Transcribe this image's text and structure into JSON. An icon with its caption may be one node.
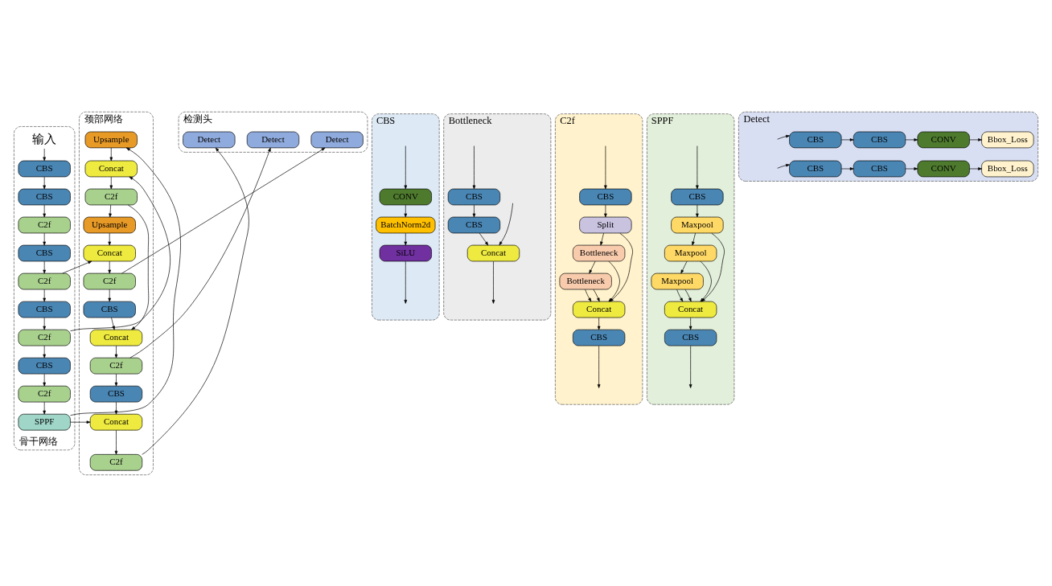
{
  "diagram": {
    "nodes": [
      {
        "text": [
          "骨干网络"
        ]
      },
      {
        "text": [
          "输入"
        ],
        "in": 0
      },
      {
        "text": [
          "CBS"
        ],
        "in": 0
      },
      {
        "text": [
          "CBS"
        ],
        "in": 0
      },
      {
        "text": [
          "C2f"
        ],
        "in": 0
      },
      {
        "text": [
          "CBS"
        ],
        "in": 0
      },
      {
        "text": [
          "C2f"
        ],
        "in": 0
      },
      {
        "text": [
          "CBS"
        ],
        "in": 0
      },
      {
        "text": [
          "C2f"
        ],
        "in": 0
      },
      {
        "text": [
          "CBS"
        ],
        "in": 0
      },
      {
        "text": [
          "C2f"
        ],
        "in": 0
      },
      {
        "text": [
          "SPPF"
        ],
        "in": 0
      },
      {
        "text": [
          "颈部网络"
        ]
      },
      {
        "text": [
          "C2f"
        ],
        "in": 12
      },
      {
        "text": [
          "Concat"
        ],
        "in": 12
      },
      {
        "text": [
          "Upsample"
        ],
        "in": 12
      },
      {
        "text": [
          "C2f"
        ],
        "in": 12
      },
      {
        "text": [
          "Concat"
        ],
        "in": 12
      },
      {
        "text": [
          "Upsample"
        ],
        "in": 12
      },
      {
        "text": [
          "CBS"
        ],
        "in": 12
      },
      {
        "text": [
          "Concat"
        ],
        "in": 12
      },
      {
        "text": [
          "C2f"
        ],
        "in": 12
      },
      {
        "text": [
          "CBS"
        ],
        "in": 12
      },
      {
        "text": [
          "Concat"
        ],
        "in": 12
      },
      {
        "text": [
          "C2f"
        ],
        "in": 12
      },
      {
        "text": [
          "检测头"
        ]
      },
      {
        "text": [
          "Detect"
        ],
        "in": 25
      },
      {
        "text": [
          "Detect"
        ],
        "in": 25
      },
      {
        "text": [
          "Detect"
        ],
        "in": 25
      },
      {
        "text": [
          "CBS"
        ]
      },
      {
        "text": [
          "CONV"
        ],
        "in": 29
      },
      {
        "text": [
          "BatchNorm2d"
        ],
        "in": 29
      },
      {
        "text": [
          "SiLU"
        ],
        "in": 29
      },
      {
        "text": [
          "Bottleneck"
        ]
      },
      {
        "text": [
          "CBS"
        ],
        "in": 33
      },
      {
        "text": [
          "CBS"
        ],
        "in": 33
      },
      {
        "text": [
          "Concat"
        ],
        "in": 33
      },
      {
        "text": [
          "C2f"
        ]
      },
      {
        "text": [
          "CBS"
        ],
        "in": 37
      },
      {
        "text": [
          "Split"
        ],
        "in": 37
      },
      {
        "text": [
          "Bottleneck"
        ],
        "in": 37
      },
      {
        "text": [
          "Bottleneck"
        ],
        "in": 37
      },
      {
        "text": [
          "Concat"
        ],
        "in": 37
      },
      {
        "text": [
          "CBS"
        ],
        "in": 37
      },
      {
        "text": [
          "SPPF"
        ]
      },
      {
        "text": [
          "CBS"
        ],
        "in": 44
      },
      {
        "text": [
          "Maxpool"
        ],
        "in": 44
      },
      {
        "text": [
          "Maxpool"
        ],
        "in": 44
      },
      {
        "text": [
          "Maxpool"
        ],
        "in": 44
      },
      {
        "text": [
          "Concat"
        ],
        "in": 44
      },
      {
        "text": [
          "CBS"
        ],
        "in": 44
      },
      {
        "text": [
          "Detect"
        ]
      },
      {
        "text": [
          "CBS"
        ],
        "in": 51
      },
      {
        "text": [
          "CBS"
        ],
        "in": 51
      },
      {
        "text": [
          "CONV"
        ],
        "in": 51
      },
      {
        "text": [
          "Bbox_Loss"
        ],
        "in": 51
      },
      {
        "text": [
          "CBS"
        ],
        "in": 51
      },
      {
        "text": [
          "CBS"
        ],
        "in": 51
      },
      {
        "text": [
          "CONV"
        ],
        "in": 51
      },
      {
        "text": [
          "Bbox_Loss"
        ],
        "in": 51
      }
    ],
    "edges": [
      {
        "from": 1,
        "to": 2,
        "arrow": "to"
      },
      {
        "from": 2,
        "to": 3,
        "arrow": "to"
      },
      {
        "from": 3,
        "to": 4,
        "arrow": "to"
      },
      {
        "from": 4,
        "to": 5,
        "arrow": "to"
      },
      {
        "from": 5,
        "to": 6,
        "arrow": "to"
      },
      {
        "from": 6,
        "to": 7,
        "arrow": "to"
      },
      {
        "from": 7,
        "to": 8,
        "arrow": "to"
      },
      {
        "from": 8,
        "to": 9,
        "arrow": "to"
      },
      {
        "from": 9,
        "to": 10,
        "arrow": "to"
      },
      {
        "from": 10,
        "to": 11,
        "arrow": "to"
      },
      {
        "from": 6,
        "to": 14,
        "arrow": "to"
      },
      {
        "from": 8,
        "to": 17,
        "arrow": "to"
      },
      {
        "from": 11,
        "to": 18,
        "arrow": "to"
      },
      {
        "from": 11,
        "to": 23,
        "arrow": "to"
      },
      {
        "from": 18,
        "to": 17,
        "arrow": "to"
      },
      {
        "from": 17,
        "to": 16,
        "arrow": "to"
      },
      {
        "from": 16,
        "to": 15,
        "arrow": "to"
      },
      {
        "from": 15,
        "to": 14,
        "arrow": "to"
      },
      {
        "from": 14,
        "to": 13,
        "arrow": "to"
      },
      {
        "from": 13,
        "to": 26,
        "arrow": "to"
      },
      {
        "from": 13,
        "to": 19,
        "arrow": "to"
      },
      {
        "from": 19,
        "to": 20,
        "arrow": "to"
      },
      {
        "from": 16,
        "to": 20,
        "arrow": "to"
      },
      {
        "from": 20,
        "to": 21,
        "arrow": "to"
      },
      {
        "from": 21,
        "to": 27,
        "arrow": "to"
      },
      {
        "from": 21,
        "to": 22,
        "arrow": "to"
      },
      {
        "from": 22,
        "to": 23,
        "arrow": "to"
      },
      {
        "from": 23,
        "to": 24,
        "arrow": "to"
      },
      {
        "from": 24,
        "to": 28,
        "arrow": "to"
      },
      {
        "from": null,
        "to": 30,
        "arrow": "to"
      },
      {
        "from": 30,
        "to": 31,
        "arrow": "to"
      },
      {
        "from": 31,
        "to": 32,
        "arrow": "to"
      },
      {
        "from": 32,
        "to": null,
        "arrow": "to"
      },
      {
        "from": null,
        "to": 34,
        "arrow": "to"
      },
      {
        "from": 34,
        "to": 35,
        "arrow": "to"
      },
      {
        "from": 35,
        "to": 36,
        "arrow": "to"
      },
      {
        "from": null,
        "to": 36,
        "arrow": "to"
      },
      {
        "from": 36,
        "to": null,
        "arrow": "to"
      },
      {
        "from": null,
        "to": 38,
        "arrow": "to"
      },
      {
        "from": 38,
        "to": 39,
        "arrow": "to"
      },
      {
        "from": 39,
        "to": 40,
        "arrow": "to"
      },
      {
        "from": 40,
        "to": 41,
        "arrow": "to"
      },
      {
        "from": 41,
        "to": 42,
        "arrow": "to"
      },
      {
        "from": 39,
        "to": 42,
        "arrow": "to"
      },
      {
        "from": 40,
        "to": 42,
        "arrow": "to"
      },
      {
        "from": 41,
        "to": 42,
        "arrow": "to"
      },
      {
        "from": 42,
        "to": 43,
        "arrow": "to"
      },
      {
        "from": 43,
        "to": null,
        "arrow": "to"
      },
      {
        "from": null,
        "to": 45,
        "arrow": "to"
      },
      {
        "from": 45,
        "to": 46,
        "arrow": "to"
      },
      {
        "from": 46,
        "to": 47,
        "arrow": "to"
      },
      {
        "from": 47,
        "to": 48,
        "arrow": "to"
      },
      {
        "from": 48,
        "to": 49,
        "arrow": "to"
      },
      {
        "from": 46,
        "to": 49,
        "arrow": "to"
      },
      {
        "from": 47,
        "to": 49,
        "arrow": "to"
      },
      {
        "from": 48,
        "to": 49,
        "arrow": "to"
      },
      {
        "from": 49,
        "to": 50,
        "arrow": "to"
      },
      {
        "from": 50,
        "to": null,
        "arrow": "to"
      },
      {
        "from": null,
        "to": 52,
        "arrow": "to"
      },
      {
        "from": null,
        "to": 56,
        "arrow": "to"
      },
      {
        "from": 52,
        "to": 53,
        "arrow": "to"
      },
      {
        "from": 53,
        "to": 54,
        "arrow": "to"
      },
      {
        "from": 54,
        "to": 55,
        "arrow": "to"
      },
      {
        "from": 56,
        "to": 57,
        "arrow": "to"
      },
      {
        "from": 57,
        "to": 58,
        "arrow": "to"
      },
      {
        "from": 58,
        "to": 59,
        "arrow": "to"
      }
    ]
  }
}
